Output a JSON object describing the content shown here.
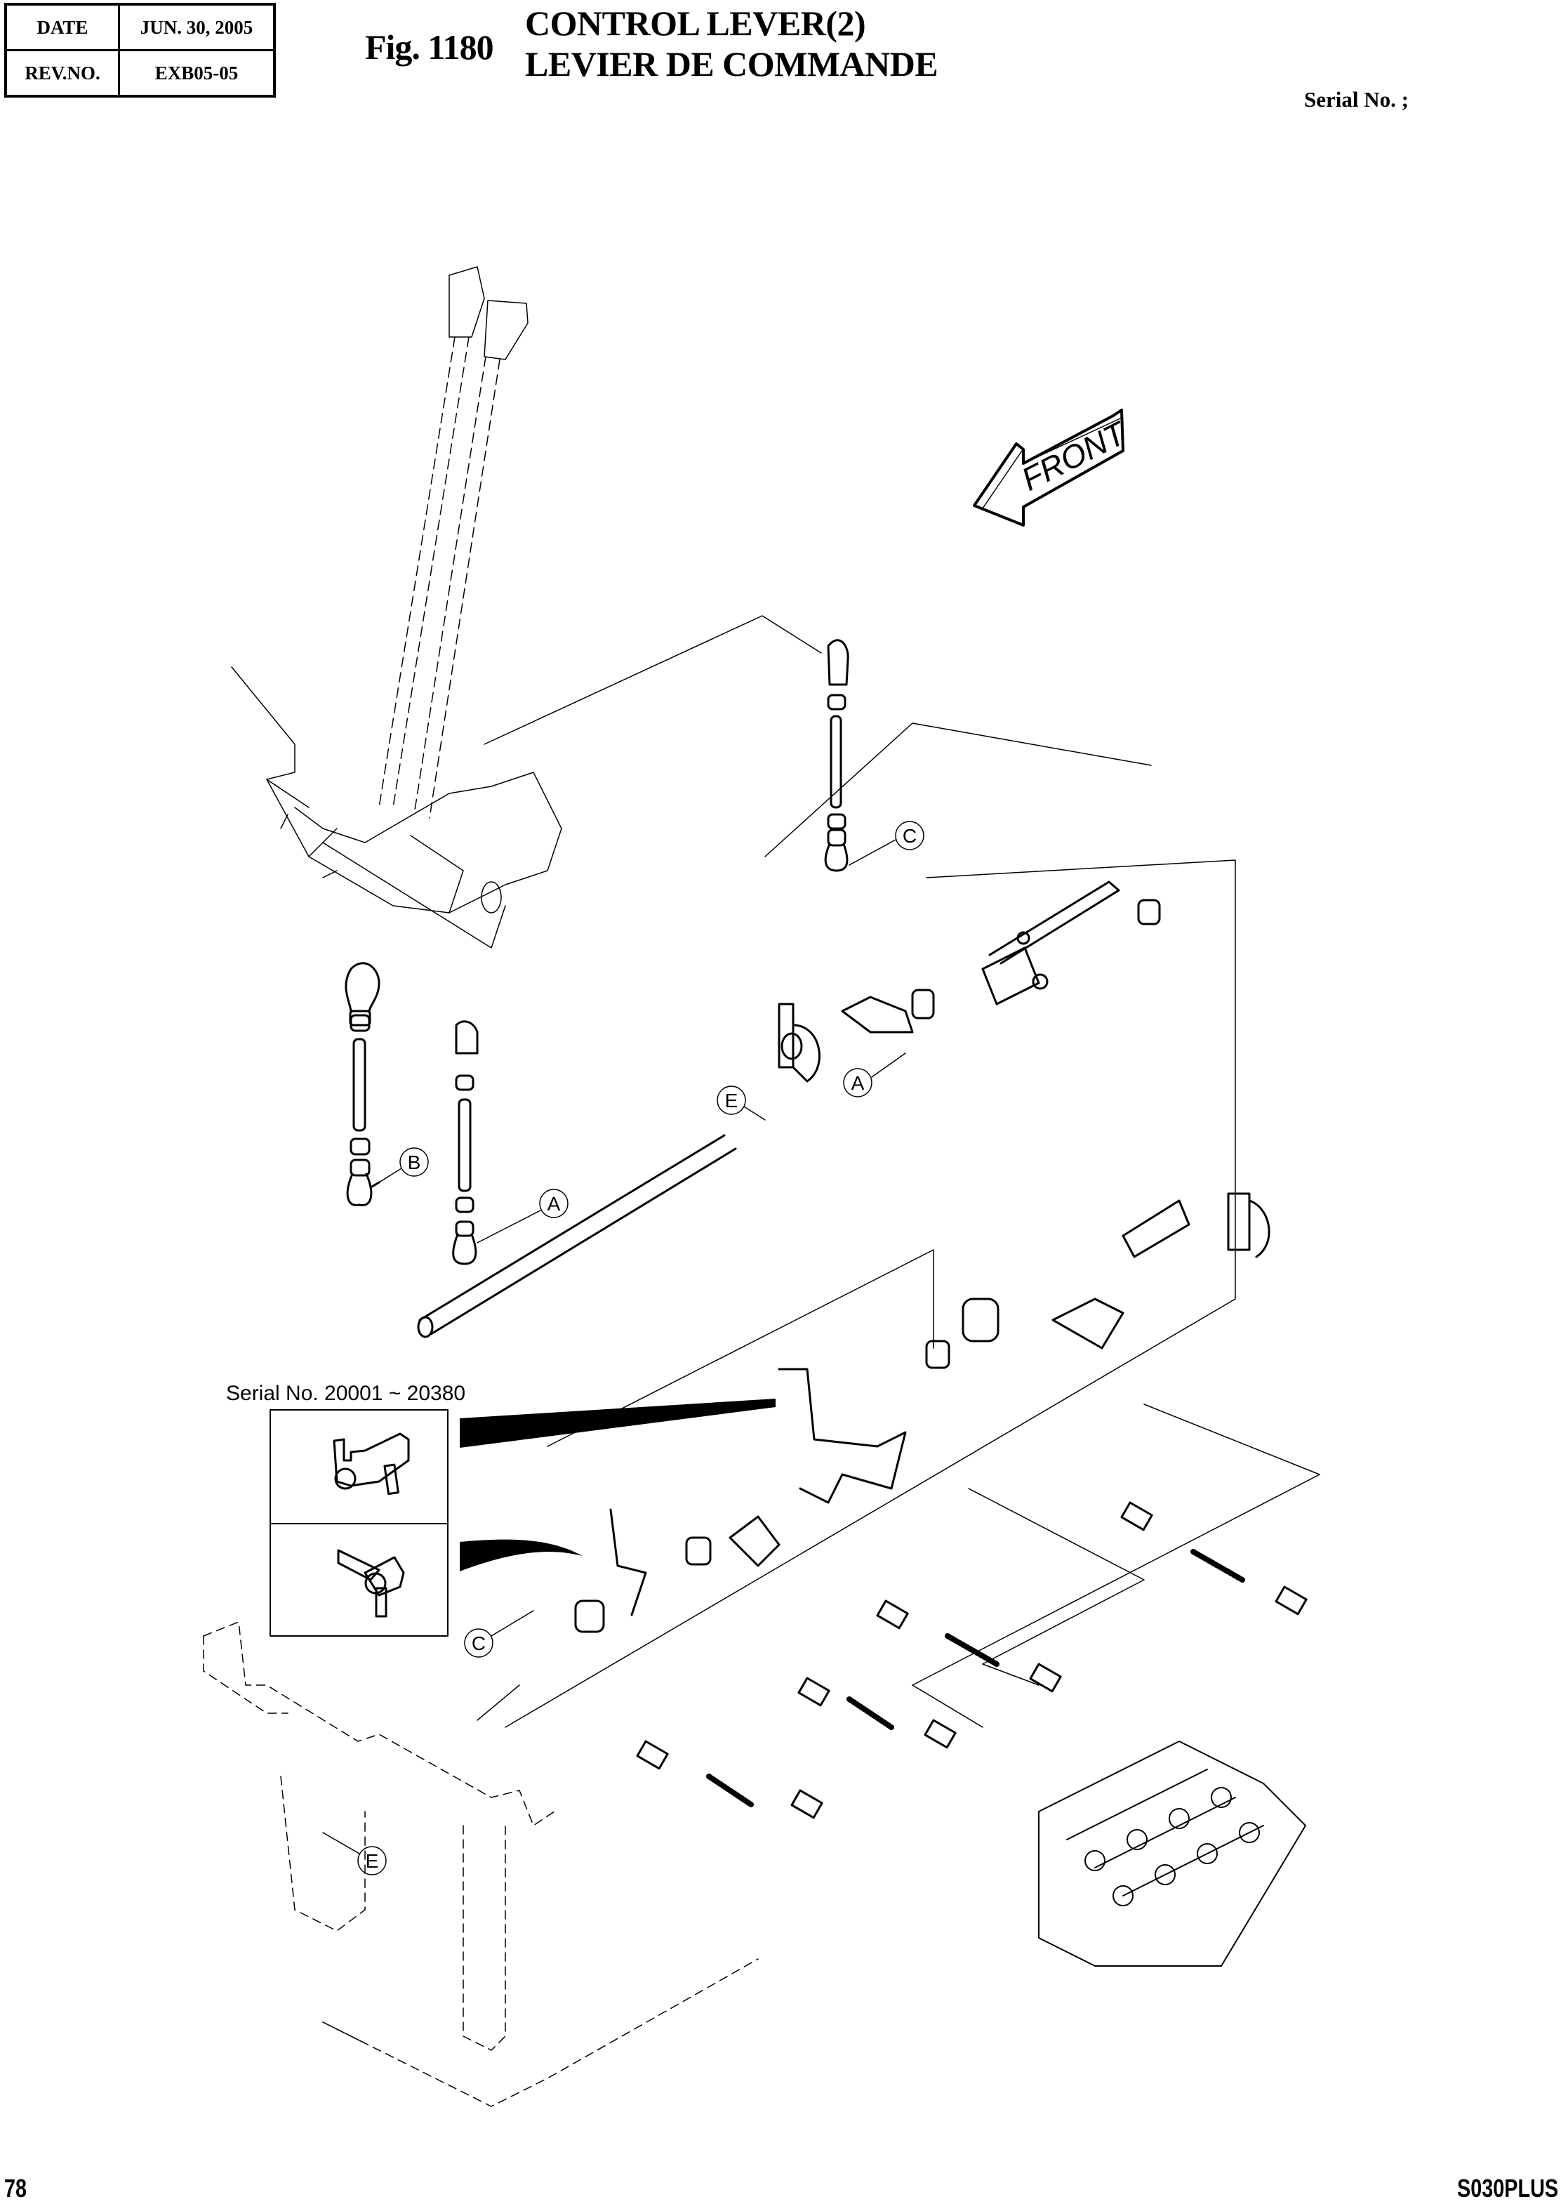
{
  "header": {
    "date_label": "DATE",
    "date_value": "JUN. 30, 2005",
    "rev_label": "REV.NO.",
    "rev_value": "EXB05-05",
    "fig_number": "Fig. 1180",
    "title_en": "CONTROL LEVER(2)",
    "title_fr": "LEVIER DE COMMANDE",
    "serial_label": "Serial No. ;"
  },
  "footer": {
    "page_number": "78",
    "model": "S030PLUS"
  },
  "diagram": {
    "front_indicator": "FRONT",
    "inset_label": "Serial No. 20001 ~ 20380",
    "callouts": [
      {
        "id": "callout-c-top",
        "letter": "C"
      },
      {
        "id": "callout-a-upper",
        "letter": "A"
      },
      {
        "id": "callout-b",
        "letter": "B"
      },
      {
        "id": "callout-a-lower",
        "letter": "A"
      },
      {
        "id": "callout-e-shaft",
        "letter": "E"
      },
      {
        "id": "callout-c-lower",
        "letter": "C"
      },
      {
        "id": "callout-e-base",
        "letter": "E"
      }
    ]
  }
}
